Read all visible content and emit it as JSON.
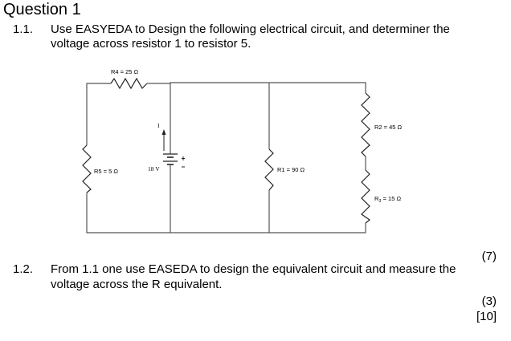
{
  "heading": "Question 1",
  "questions": [
    {
      "number": "1.1.",
      "lines": [
        "Use EASYEDA to Design the following electrical circuit, and determiner the",
        "voltage across resistor 1 to resistor 5."
      ],
      "marks": "(7)"
    },
    {
      "number": "1.2.",
      "lines": [
        "From 1.1 one use EASEDA to design the equivalent circuit and measure the",
        "voltage across the R equivalent."
      ],
      "marks": "(3)"
    }
  ],
  "total": "[10]",
  "circuit": {
    "r4": "R4 = 25 Ω",
    "r5": "R5 = 5 Ω",
    "r1": "R1 = 90 Ω",
    "r2": "R2 = 45 Ω",
    "r3_prefix": "R",
    "r3_sub": "3",
    "r3_suffix": " = 15 Ω",
    "source": "18 V",
    "current": "I"
  }
}
